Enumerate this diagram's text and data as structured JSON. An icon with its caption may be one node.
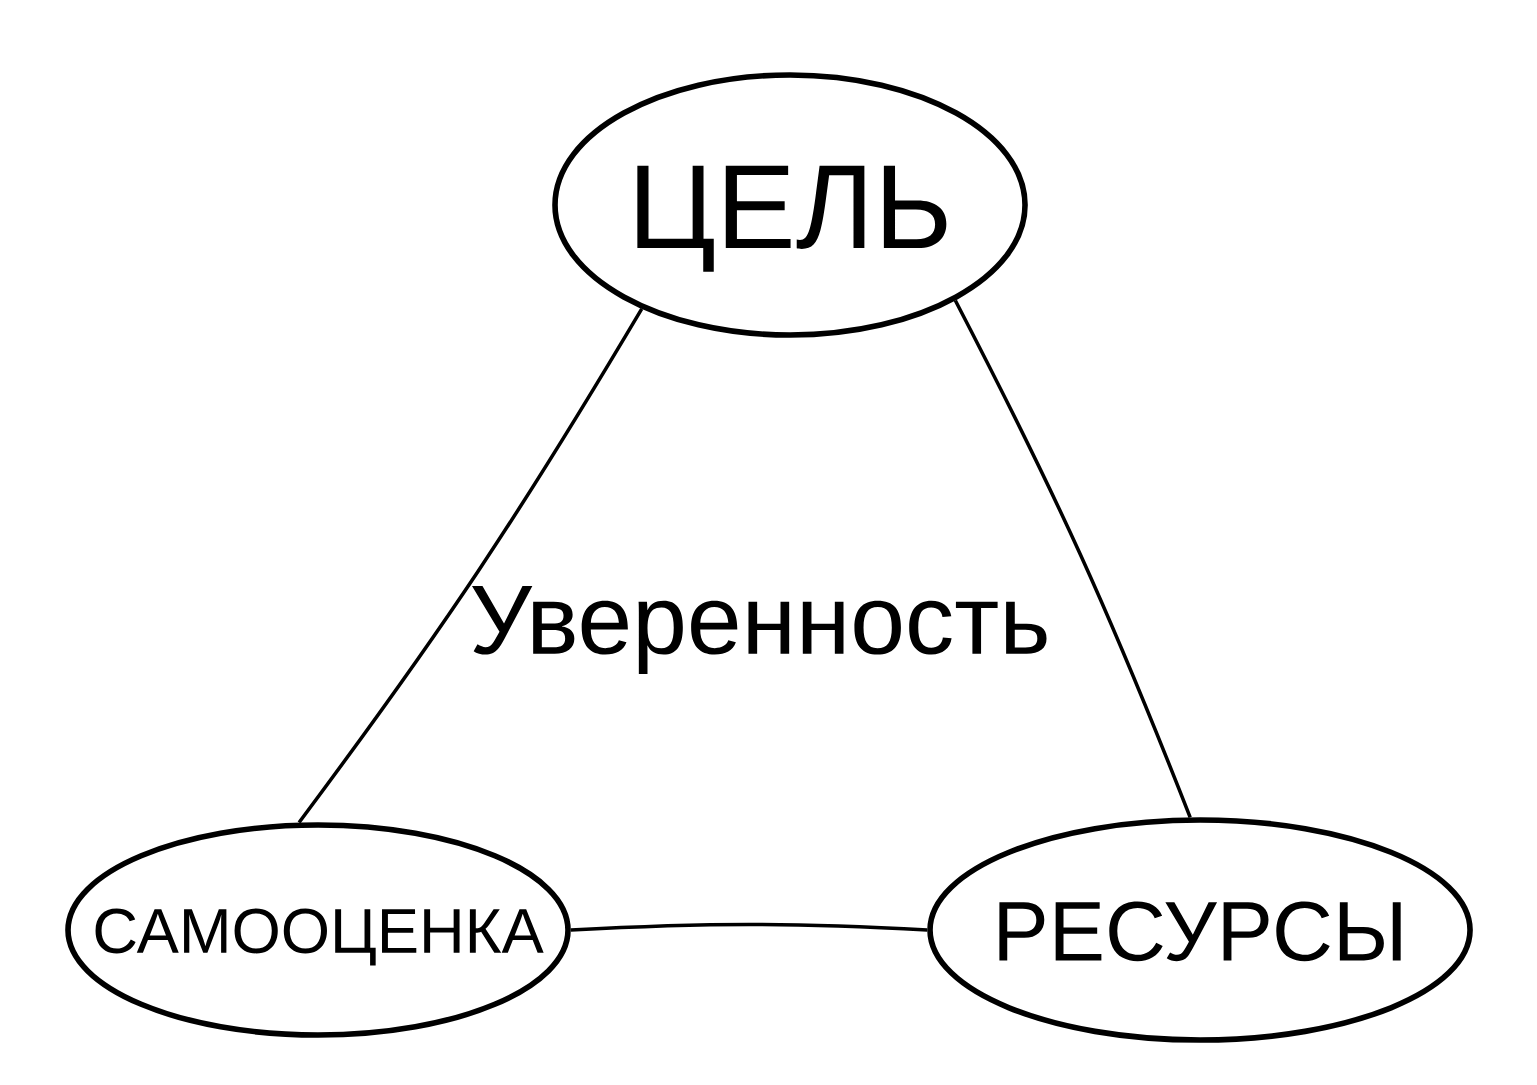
{
  "diagram": {
    "nodes": [
      {
        "text": [
          "ЦЕЛЬ"
        ]
      },
      {
        "text": [
          "САМООЦЕНКА"
        ]
      },
      {
        "text": [
          "РЕСУРСЫ"
        ]
      }
    ],
    "edges": [
      {
        "from": 0,
        "to": 1,
        "arrow": "none"
      },
      {
        "from": 0,
        "to": 2,
        "arrow": "none"
      },
      {
        "from": 1,
        "to": 2,
        "arrow": "none"
      }
    ],
    "labels": [
      "Уверенность"
    ]
  }
}
